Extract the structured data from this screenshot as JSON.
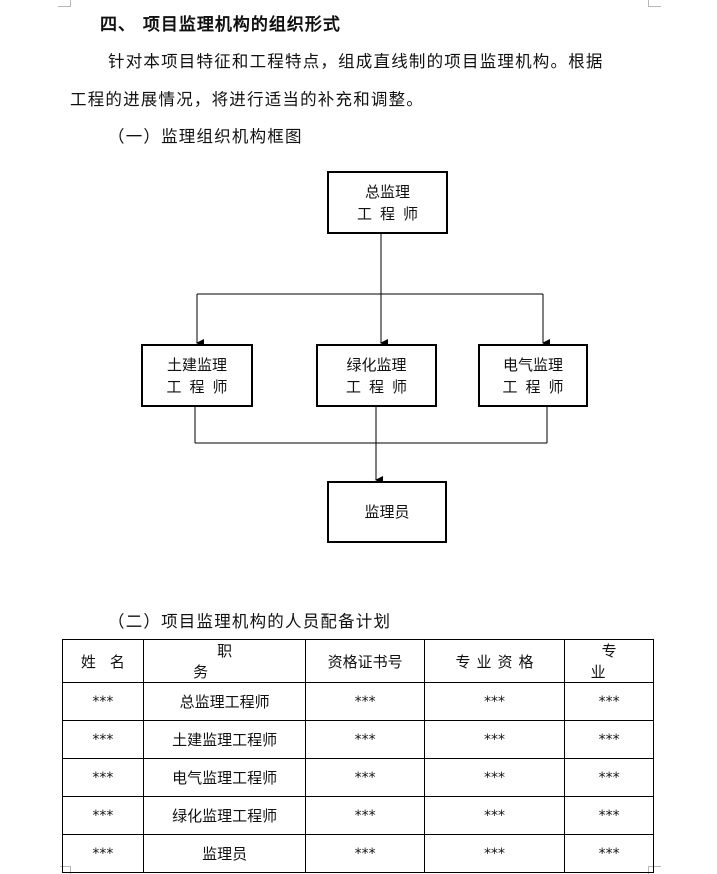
{
  "document": {
    "heading": "四、 项目监理机构的组织形式",
    "intro_line1": "针对本项目特征和工程特点，组成直线制的项目监理机构。根据",
    "intro_line2": "工程的进展情况，将进行适当的补充和调整。",
    "section1_title": "（一）监理组织机构框图",
    "section2_title": "（二）项目监理机构的人员配备计划"
  },
  "org_chart": {
    "chief": {
      "line1": "总监理",
      "line2": "工程师"
    },
    "civil": {
      "line1": "土建监理",
      "line2": "工程师"
    },
    "greening": {
      "line1": "绿化监理",
      "line2": "工程师"
    },
    "electrical": {
      "line1": "电气监理",
      "line2": "工程师"
    },
    "staff": {
      "line1": "监理员"
    }
  },
  "staff_table": {
    "headers": [
      "姓名",
      "职务",
      "资格证书号",
      "专业资格",
      "专业"
    ],
    "rows": [
      [
        "***",
        "总监理工程师",
        "***",
        "***",
        "***"
      ],
      [
        "***",
        "土建监理工程师",
        "***",
        "***",
        "***"
      ],
      [
        "***",
        "电气监理工程师",
        "***",
        "***",
        "***"
      ],
      [
        "***",
        "绿化监理工程师",
        "***",
        "***",
        "***"
      ],
      [
        "***",
        "监理员",
        "***",
        "***",
        "***"
      ]
    ]
  }
}
